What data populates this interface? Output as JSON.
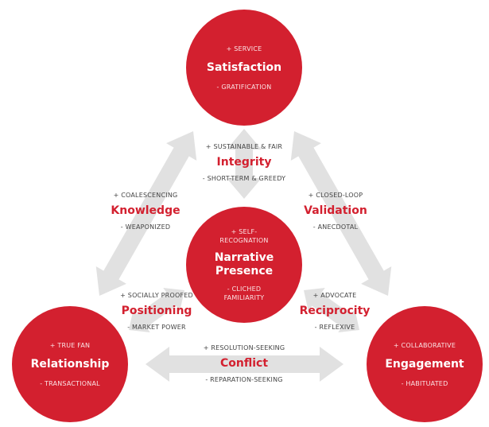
{
  "colors": {
    "accent": "#d3202f",
    "arrow": "#e1e1e1"
  },
  "circles": {
    "satisfaction": {
      "plus": "+ SERVICE",
      "title": "Satisfaction",
      "minus": "- GRATIFICATION"
    },
    "narrative": {
      "plus": "+ SELF-RECOGNATION",
      "title": "Narrative Presence",
      "minus": "- CLICHED FAMILIARITY"
    },
    "relationship": {
      "plus": "+ TRUE FAN",
      "title": "Relationship",
      "minus": "- TRANSACTIONAL"
    },
    "engagement": {
      "plus": "+ COLLABORATIVE",
      "title": "Engagement",
      "minus": "- HABITUATED"
    }
  },
  "labels": {
    "integrity": {
      "plus": "+ SUSTAINABLE & FAIR",
      "title": "Integrity",
      "minus": "- SHORT-TERM & GREEDY"
    },
    "knowledge": {
      "plus": "+ COALESCENCING",
      "title": "Knowledge",
      "minus": "- WEAPONIZED"
    },
    "validation": {
      "plus": "+ CLOSED-LOOP",
      "title": "Validation",
      "minus": "- ANECDOTAL"
    },
    "positioning": {
      "plus": "+ SOCIALLY PROOFED",
      "title": "Positioning",
      "minus": "- MARKET POWER"
    },
    "reciprocity": {
      "plus": "+ ADVOCATE",
      "title": "Reciprocity",
      "minus": "- REFLEXIVE"
    },
    "conflict": {
      "plus": "+ RESOLUTION-SEEKING",
      "title": "Conflict",
      "minus": "- REPARATION-SEEKING"
    }
  }
}
